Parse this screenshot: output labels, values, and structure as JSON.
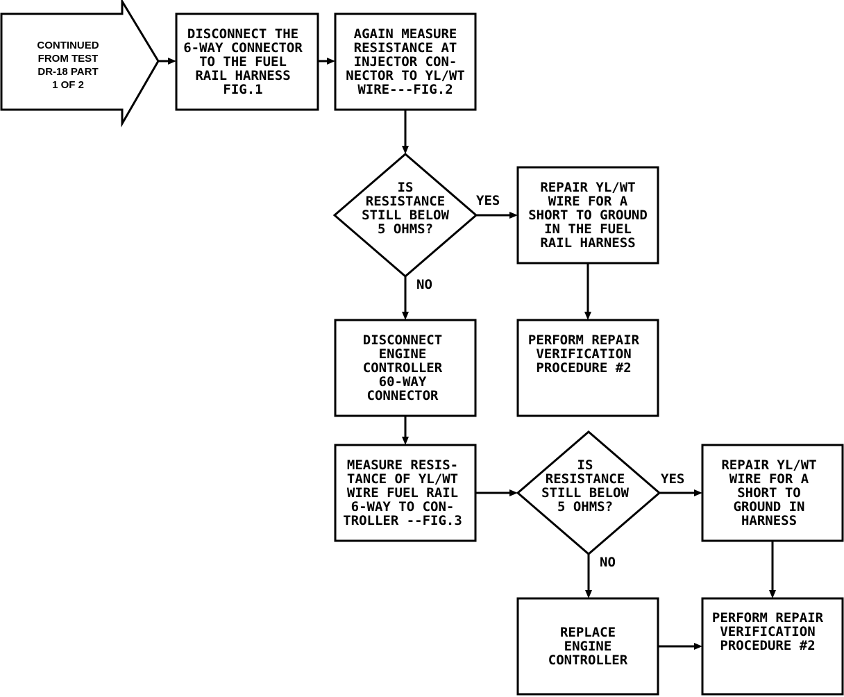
{
  "start": {
    "label": [
      "CONTINUED",
      "FROM TEST",
      "DR-18 PART",
      "1 OF 2"
    ]
  },
  "steps": {
    "disconnect_6way": [
      "DISCONNECT THE",
      "6-WAY CONNECTOR",
      "TO THE FUEL",
      "RAIL HARNESS",
      "FIG.1"
    ],
    "again_measure": [
      "AGAIN MEASURE",
      "RESISTANCE AT",
      "INJECTOR CON-",
      "NECTOR TO YL/WT",
      "WIRE---FIG.2"
    ],
    "decision_1": [
      "IS",
      "RESISTANCE",
      "STILL BELOW",
      "5 OHMS?"
    ],
    "repair_fuel_rail": [
      "REPAIR YL/WT",
      "WIRE FOR A",
      "SHORT TO GROUND",
      "IN THE FUEL",
      "RAIL HARNESS"
    ],
    "verify_1": [
      "PERFORM REPAIR",
      "VERIFICATION",
      "PROCEDURE #2"
    ],
    "disconnect_60way": [
      "DISCONNECT",
      "ENGINE",
      "CONTROLLER",
      "60-WAY",
      "CONNECTOR"
    ],
    "measure_resistance": [
      "MEASURE RESIS-",
      "TANCE OF YL/WT",
      "WIRE FUEL RAIL",
      "6-WAY TO CON-",
      "TROLLER --FIG.3"
    ],
    "decision_2": [
      "IS",
      "RESISTANCE",
      "STILL BELOW",
      "5 OHMS?"
    ],
    "repair_harness": [
      "REPAIR YL/WT",
      "WIRE FOR A",
      "SHORT TO",
      "GROUND IN",
      "HARNESS"
    ],
    "replace_controller": [
      "REPLACE",
      "ENGINE",
      "CONTROLLER"
    ],
    "verify_2": [
      "PERFORM REPAIR",
      "VERIFICATION",
      "PROCEDURE #2"
    ]
  },
  "branch_labels": {
    "d1_yes": "YES",
    "d1_no": "NO",
    "d2_yes": "YES",
    "d2_no": "NO"
  }
}
